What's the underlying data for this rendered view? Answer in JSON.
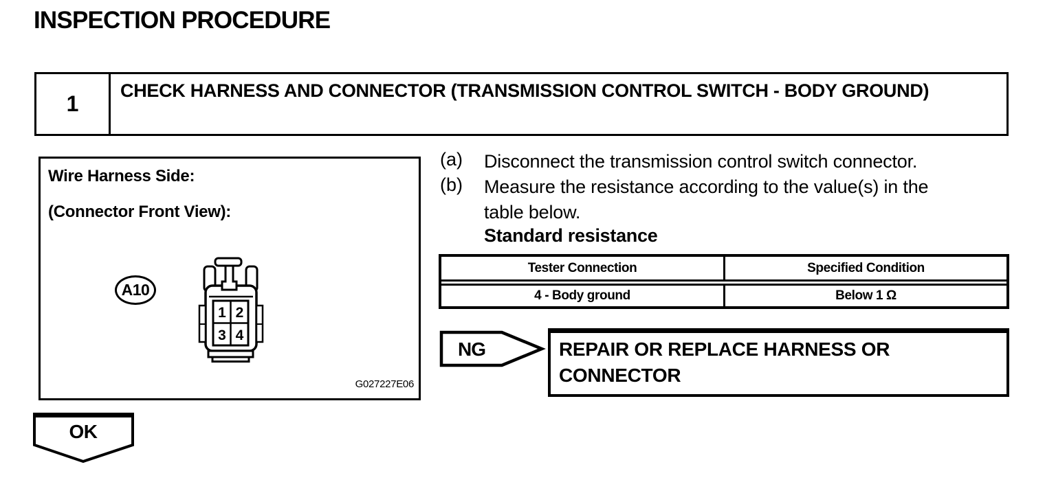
{
  "colors": {
    "ink": "#000000",
    "paper": "#ffffff"
  },
  "page": {
    "title": "INSPECTION PROCEDURE"
  },
  "step": {
    "number": "1",
    "title": "CHECK HARNESS AND CONNECTOR (TRANSMISSION CONTROL SWITCH - BODY GROUND)"
  },
  "figure": {
    "caption_line1": "Wire Harness Side:",
    "caption_line2": "(Connector Front View):",
    "connector_id": "A10",
    "pins": [
      "1",
      "2",
      "3",
      "4"
    ],
    "figure_code": "G027227E06"
  },
  "instructions": [
    {
      "label": "(a)",
      "text": "Disconnect the transmission control switch connector."
    },
    {
      "label": "(b)",
      "text": "Measure the resistance according to the value(s) in the table below."
    }
  ],
  "standard_resistance_heading": "Standard resistance",
  "resistance_table": {
    "headers": [
      "Tester Connection",
      "Specified Condition"
    ],
    "rows": [
      [
        "4 - Body ground",
        "Below 1 Ω"
      ]
    ]
  },
  "ng_flow": {
    "badge": "NG",
    "action": "REPAIR OR REPLACE HARNESS OR CONNECTOR"
  },
  "ok_flow": {
    "badge": "OK"
  }
}
